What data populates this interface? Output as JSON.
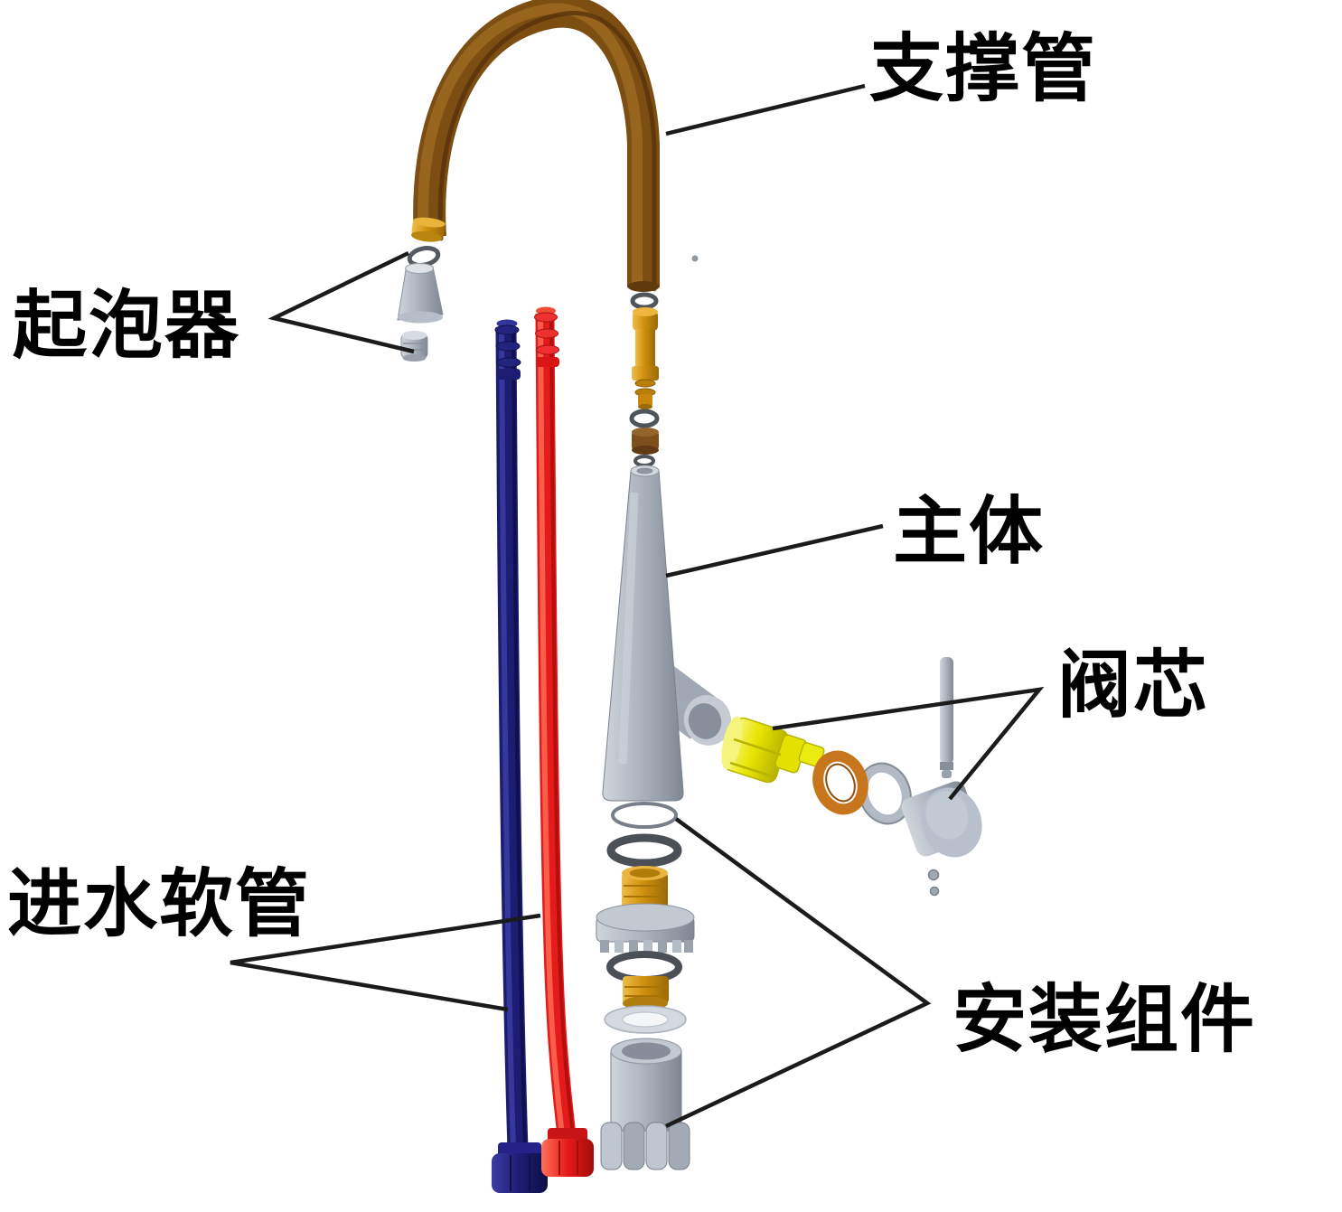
{
  "diagram": {
    "type": "exploded-view",
    "subject": "faucet",
    "background_color": "#ffffff",
    "labels": {
      "support_tube": "支撑管",
      "aerator": "起泡器",
      "main_body": "主体",
      "valve_cartridge": "阀芯",
      "inlet_hose": "进水软管",
      "mounting_kit": "安装组件"
    },
    "colors": {
      "spout_brown": "#7c4e12",
      "brass": "#d0900e",
      "cartridge_yellow": "#e9e503",
      "copper_ring": "#c8761e",
      "metal_gray": "#a9b1bb",
      "oring_dark": "#4b5056",
      "hose_cold_blue": "#1c1d72",
      "hose_hot_red": "#e51a1a",
      "leader_line": "#1b1b1b",
      "label_text": "#000000"
    }
  }
}
